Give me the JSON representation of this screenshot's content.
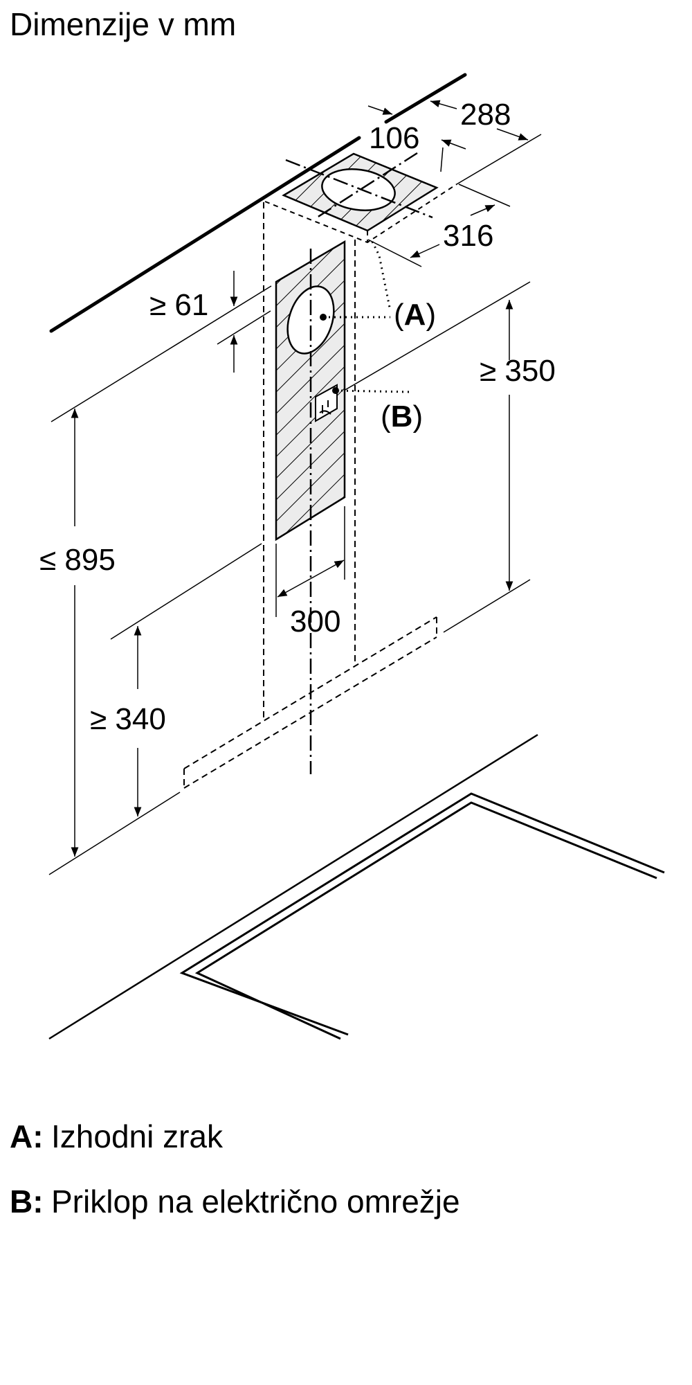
{
  "title": "Dimenzije v mm",
  "dimensions": {
    "d288": "288",
    "d106": "106",
    "d316": "316",
    "d61": "≥ 61",
    "d350": "≥ 350",
    "d895": "≤ 895",
    "d300": "300",
    "d340": "≥ 340"
  },
  "callouts": {
    "a_open": "(",
    "a": "A",
    "a_close": ")",
    "b_open": "(",
    "b": "B",
    "b_close": ")"
  },
  "legend": [
    {
      "key": "A:",
      "text": "Izhodni zrak"
    },
    {
      "key": "B:",
      "text": "Priklop na električno omrežje"
    }
  ]
}
